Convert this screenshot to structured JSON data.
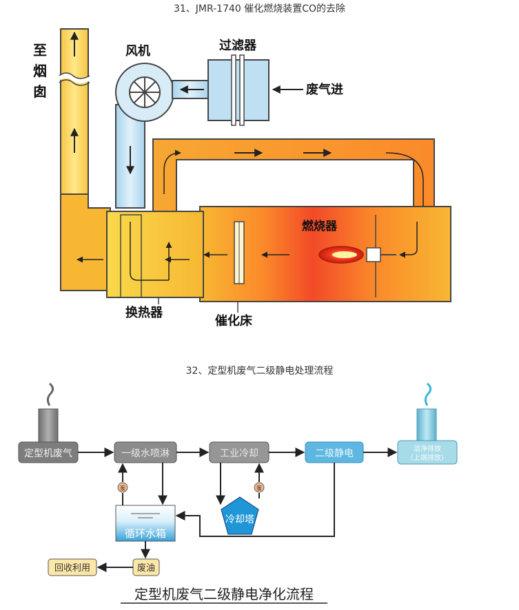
{
  "figure1": {
    "caption": "31、JMR-1740 催化燃烧装置CO的去除",
    "labels": {
      "chimney": "至\n烟\n囱",
      "fan": "风机",
      "filter": "过滤器",
      "inlet": "废气进",
      "burner": "燃烧器",
      "exchanger": "换热器",
      "catalyst_bed": "催化床"
    }
  },
  "figure2": {
    "caption": "32、定型机废气二级静电处理流程",
    "nodes": {
      "source": "定型机废气",
      "spray": "一级水喷淋",
      "cooling": "工业冷却",
      "esp": "二级静电",
      "clean": "洁净排放\n（上端排放）",
      "tank": "循环水箱",
      "tower": "冷却塔",
      "oil": "废油",
      "recycle": "回收利用"
    },
    "pump_symbol": "泵",
    "title": "定型机废气二级静电净化流程"
  }
}
